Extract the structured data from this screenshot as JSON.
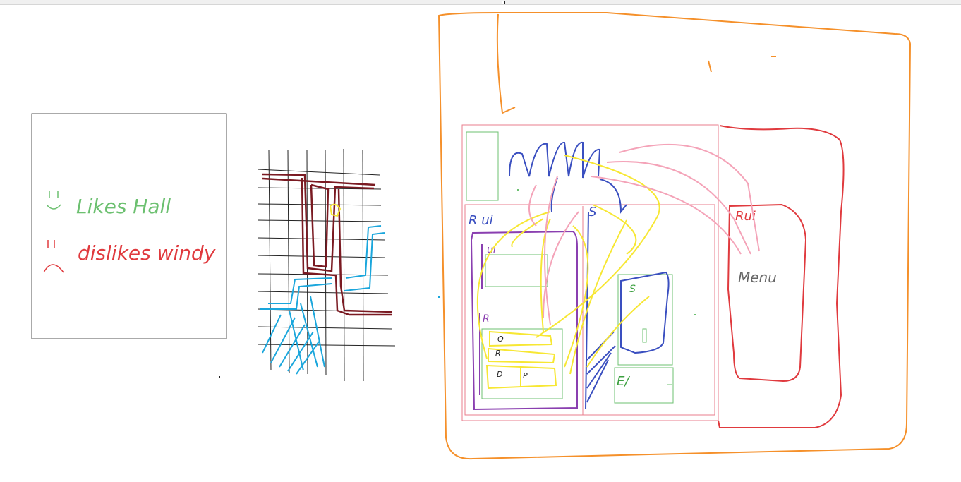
{
  "canvas": {
    "background": "#ffffff",
    "colors": {
      "orange": "#f5902a",
      "red": "#e03a3e",
      "pink_light": "#f4a3b8",
      "pink_rect": "#e97e8c",
      "green": "#6cc070",
      "purple": "#8a3fb0",
      "blue": "#3a4fc0",
      "yellow": "#f7e733",
      "maroon": "#7a1a22",
      "cyan": "#1aa6dc",
      "grid": "#222222"
    }
  },
  "notes_panel": {
    "likes_text": "Likes Hall",
    "dislikes_text": "dislikes windy",
    "likes_icon": "smiley-face-icon",
    "dislikes_icon": "sad-face-icon"
  },
  "architecture_sketch": {
    "label_r_ui": "R ui",
    "label_s": "S",
    "label_ui": "ui",
    "label_r": "R",
    "label_o": "O",
    "label_r2": "R",
    "label_d": "D",
    "label_p": "P",
    "label_s2": "S",
    "label_e": "E/",
    "label_r_ui_right": "Rui",
    "label_menu": "Menu"
  }
}
